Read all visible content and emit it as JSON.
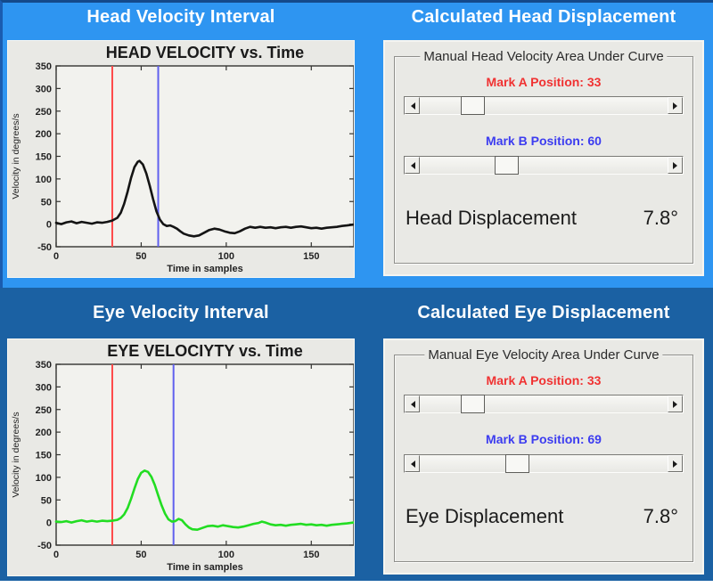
{
  "colors": {
    "top_section_bg": "#2E95F1",
    "bottom_section_bg": "#1B61A3",
    "panel_bg": "#E9E9E5",
    "plot_bg": "#F2F2EE",
    "mark_a_color": "#FF4A4A",
    "mark_b_color": "#6060EE",
    "head_line_color": "#141414",
    "eye_line_color": "#22DD22"
  },
  "headers": {
    "top_left": "Head Velocity Interval",
    "top_right": "Calculated Head Displacement",
    "bottom_left": "Eye Velocity Interval",
    "bottom_right": "Calculated Eye Displacement"
  },
  "head_panel": {
    "group_title": "Manual Head Velocity Area Under Curve",
    "mark_a_label": "Mark A Position: 33",
    "mark_b_label": "Mark B Position: 60",
    "result_label": "Head Displacement",
    "result_value": "7.8°"
  },
  "eye_panel": {
    "group_title": "Manual Eye Velocity Area Under Curve",
    "mark_a_label": "Mark A Position: 33",
    "mark_b_label": "Mark B Position: 69",
    "result_label": "Eye Displacement",
    "result_value": "7.8°"
  },
  "chart_data": [
    {
      "type": "line",
      "title": "HEAD VELOCITY vs. Time",
      "xlabel": "Time in samples",
      "ylabel": "Velocity in degrees/s",
      "xlim": [
        0,
        175
      ],
      "ylim": [
        -50,
        350
      ],
      "xticks": [
        0,
        50,
        100,
        150
      ],
      "yticks": [
        -50,
        0,
        50,
        100,
        150,
        200,
        250,
        300,
        350
      ],
      "grid": false,
      "legend": "none",
      "line_color": "#141414",
      "plot_bg": "#F2F2EE",
      "marker_a": {
        "x": 33,
        "color": "#FF4A4A"
      },
      "marker_b": {
        "x": 60,
        "color": "#6060EE"
      },
      "points": [
        [
          0,
          3
        ],
        [
          3,
          0
        ],
        [
          6,
          4
        ],
        [
          9,
          6
        ],
        [
          12,
          2
        ],
        [
          15,
          5
        ],
        [
          18,
          3
        ],
        [
          21,
          1
        ],
        [
          24,
          4
        ],
        [
          27,
          3
        ],
        [
          30,
          5
        ],
        [
          33,
          8
        ],
        [
          36,
          14
        ],
        [
          38,
          25
        ],
        [
          40,
          45
        ],
        [
          42,
          72
        ],
        [
          44,
          102
        ],
        [
          46,
          126
        ],
        [
          48,
          138
        ],
        [
          49,
          140
        ],
        [
          51,
          132
        ],
        [
          53,
          112
        ],
        [
          55,
          85
        ],
        [
          57,
          55
        ],
        [
          59,
          28
        ],
        [
          61,
          10
        ],
        [
          63,
          0
        ],
        [
          65,
          -4
        ],
        [
          67,
          -3
        ],
        [
          69,
          -6
        ],
        [
          71,
          -10
        ],
        [
          73,
          -16
        ],
        [
          75,
          -21
        ],
        [
          78,
          -25
        ],
        [
          81,
          -27
        ],
        [
          84,
          -25
        ],
        [
          87,
          -19
        ],
        [
          90,
          -13
        ],
        [
          93,
          -10
        ],
        [
          96,
          -12
        ],
        [
          99,
          -16
        ],
        [
          102,
          -19
        ],
        [
          105,
          -20
        ],
        [
          108,
          -16
        ],
        [
          111,
          -10
        ],
        [
          114,
          -6
        ],
        [
          117,
          -8
        ],
        [
          120,
          -6
        ],
        [
          123,
          -8
        ],
        [
          126,
          -7
        ],
        [
          129,
          -9
        ],
        [
          132,
          -7
        ],
        [
          135,
          -6
        ],
        [
          138,
          -8
        ],
        [
          141,
          -6
        ],
        [
          144,
          -5
        ],
        [
          147,
          -7
        ],
        [
          150,
          -9
        ],
        [
          153,
          -8
        ],
        [
          156,
          -10
        ],
        [
          159,
          -8
        ],
        [
          162,
          -7
        ],
        [
          165,
          -6
        ],
        [
          168,
          -4
        ],
        [
          171,
          -3
        ],
        [
          175,
          -1
        ]
      ]
    },
    {
      "type": "line",
      "title": "EYE VELOCIYTY vs. Time",
      "xlabel": "Time in samples",
      "ylabel": "Velocity in degrees/s",
      "xlim": [
        0,
        175
      ],
      "ylim": [
        -50,
        350
      ],
      "xticks": [
        0,
        50,
        100,
        150
      ],
      "yticks": [
        -50,
        0,
        50,
        100,
        150,
        200,
        250,
        300,
        350
      ],
      "grid": false,
      "legend": "none",
      "line_color": "#22DD22",
      "plot_bg": "#F2F2EE",
      "marker_a": {
        "x": 33,
        "color": "#FF4A4A"
      },
      "marker_b": {
        "x": 69,
        "color": "#6060EE"
      },
      "points": [
        [
          0,
          2
        ],
        [
          3,
          1
        ],
        [
          6,
          3
        ],
        [
          9,
          0
        ],
        [
          12,
          3
        ],
        [
          15,
          5
        ],
        [
          18,
          2
        ],
        [
          21,
          4
        ],
        [
          24,
          2
        ],
        [
          27,
          4
        ],
        [
          30,
          3
        ],
        [
          33,
          4
        ],
        [
          36,
          6
        ],
        [
          38,
          10
        ],
        [
          40,
          18
        ],
        [
          42,
          32
        ],
        [
          44,
          52
        ],
        [
          46,
          75
        ],
        [
          48,
          96
        ],
        [
          50,
          110
        ],
        [
          52,
          115
        ],
        [
          54,
          112
        ],
        [
          56,
          101
        ],
        [
          58,
          83
        ],
        [
          60,
          60
        ],
        [
          62,
          38
        ],
        [
          64,
          20
        ],
        [
          66,
          7
        ],
        [
          68,
          2
        ],
        [
          70,
          3
        ],
        [
          72,
          8
        ],
        [
          74,
          5
        ],
        [
          76,
          -4
        ],
        [
          78,
          -11
        ],
        [
          80,
          -15
        ],
        [
          83,
          -16
        ],
        [
          86,
          -12
        ],
        [
          89,
          -8
        ],
        [
          92,
          -7
        ],
        [
          95,
          -9
        ],
        [
          98,
          -6
        ],
        [
          101,
          -8
        ],
        [
          104,
          -10
        ],
        [
          107,
          -11
        ],
        [
          110,
          -9
        ],
        [
          113,
          -6
        ],
        [
          116,
          -3
        ],
        [
          119,
          -1
        ],
        [
          121,
          2
        ],
        [
          123,
          0
        ],
        [
          126,
          -4
        ],
        [
          129,
          -6
        ],
        [
          132,
          -5
        ],
        [
          135,
          -7
        ],
        [
          138,
          -5
        ],
        [
          141,
          -4
        ],
        [
          144,
          -3
        ],
        [
          147,
          -5
        ],
        [
          150,
          -4
        ],
        [
          153,
          -6
        ],
        [
          156,
          -5
        ],
        [
          159,
          -7
        ],
        [
          162,
          -5
        ],
        [
          165,
          -4
        ],
        [
          168,
          -3
        ],
        [
          171,
          -2
        ],
        [
          175,
          0
        ]
      ]
    }
  ]
}
